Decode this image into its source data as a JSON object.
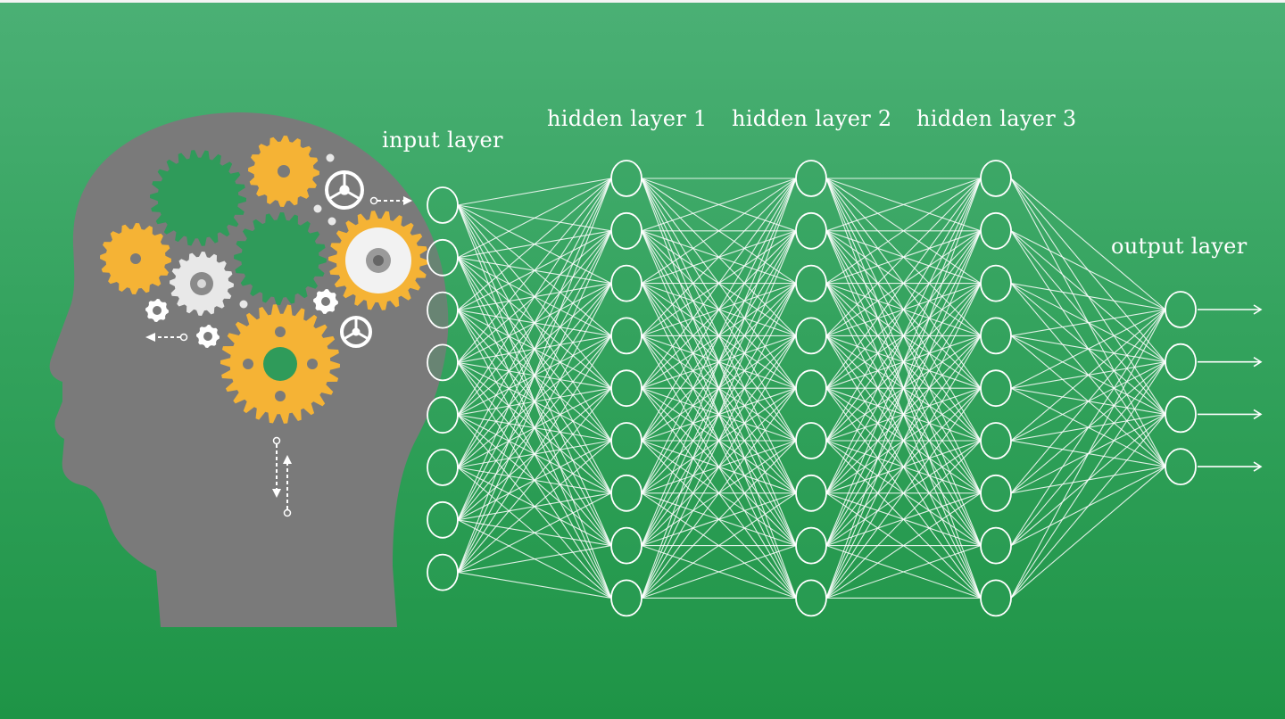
{
  "diagram": {
    "labels": {
      "input": "input layer",
      "hidden1": "hidden layer 1",
      "hidden2": "hidden layer 2",
      "hidden3": "hidden layer 3",
      "output": "output layer"
    },
    "layers": [
      {
        "name": "input",
        "neurons": 8
      },
      {
        "name": "hidden1",
        "neurons": 9
      },
      {
        "name": "hidden2",
        "neurons": 9
      },
      {
        "name": "hidden3",
        "neurons": 9
      },
      {
        "name": "output",
        "neurons": 4
      }
    ],
    "connections": "fully connected",
    "output_arrows": 4,
    "illustration": {
      "subject": "head silhouette with gears",
      "icons": [
        "head-silhouette",
        "gear-icon",
        "steering-wheel-icon",
        "arrow-icon"
      ]
    },
    "colors": {
      "background": "#34a35e",
      "head": "#7a7a7a",
      "gear_orange": "#f5b335",
      "gear_green": "#2f9b5a",
      "gear_white": "#e8e8e8",
      "lines": "#ffffff"
    }
  }
}
